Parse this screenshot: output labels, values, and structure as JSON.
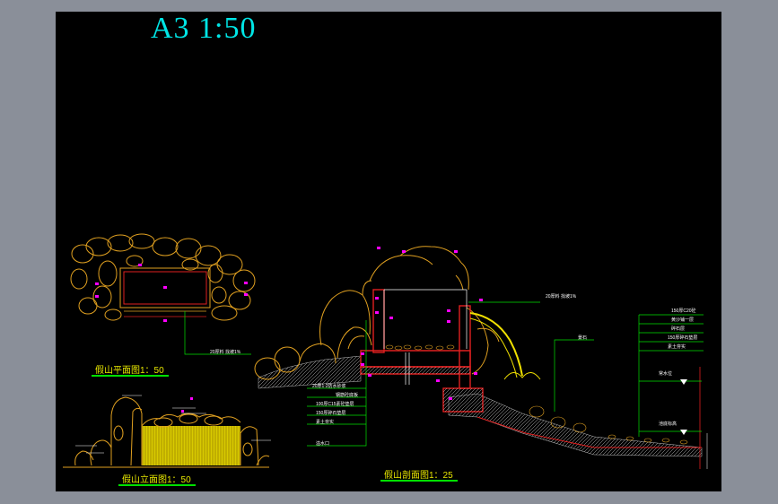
{
  "drawing": {
    "scale_label": "A3 1:50",
    "plan_title": "假山平面图1：50",
    "elevation_title": "假山立面图1：50",
    "section_title": "假山剖面图1：25"
  },
  "annotations": {
    "plan_note": "20厚料 找坡1%",
    "section_top_note": "20厚料 找坡1%",
    "layers": [
      "20厚1:2防水砂浆",
      "钢筋砼底板",
      "100厚C15素砼垫层",
      "150厚碎石垫层",
      "素土夯实"
    ],
    "outlet": "溢水口",
    "right_label": "景石",
    "right_layers": [
      "150厚C20砼",
      "黄沙铺一层",
      "碎石层",
      "150厚碎石垫层",
      "素土夯实"
    ],
    "water_level": "常水位",
    "bottom_level": "池底标高"
  },
  "colors": {
    "background": "#000000",
    "frame": "#8a8f99",
    "rock": "#e0a020",
    "structure": "#e02020",
    "leader": "#00e000",
    "dimension": "#ff00ff",
    "title": "#e6e600",
    "scale_text": "#00e5e5"
  }
}
